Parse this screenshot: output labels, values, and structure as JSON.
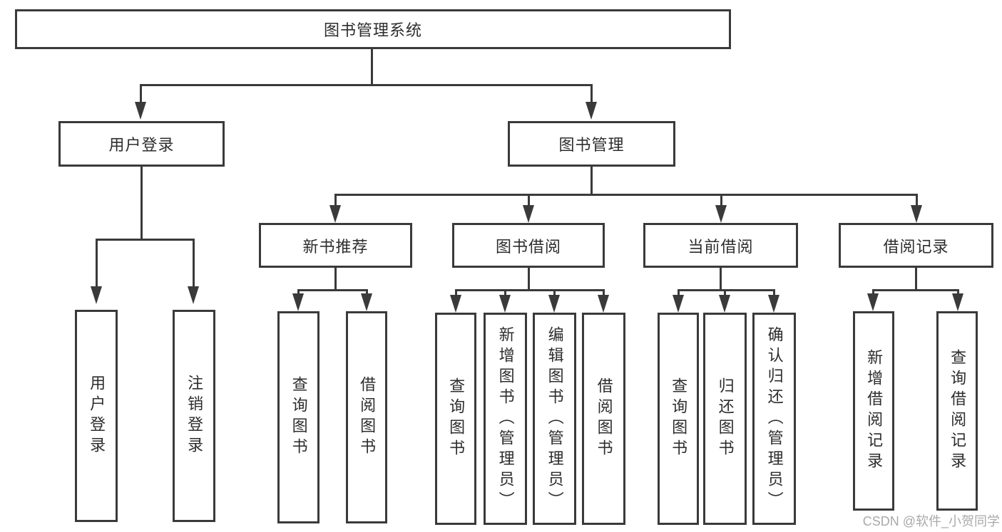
{
  "tree": {
    "root": "图书管理系统",
    "children": [
      {
        "label": "用户登录",
        "children": [
          "用户登录",
          "注销登录"
        ]
      },
      {
        "label": "图书管理",
        "children": [
          {
            "label": "新书推荐",
            "children": [
              "查询图书",
              "借阅图书"
            ]
          },
          {
            "label": "图书借阅",
            "children": [
              "查询图书",
              "新增图书（管理员）",
              "编辑图书（管理员）",
              "借阅图书"
            ]
          },
          {
            "label": "当前借阅",
            "children": [
              "查询图书",
              "归还图书",
              "确认归还（管理员）"
            ]
          },
          {
            "label": "借阅记录",
            "children": [
              "新增借阅记录",
              "查询借阅记录"
            ]
          }
        ]
      }
    ]
  },
  "watermark": {
    "text": "CSDN @软件_小贺同学"
  },
  "colors": {
    "line": "#3a3a3a",
    "text": "#2d2d2d",
    "background": "#ffffff",
    "watermark": "#a9a9a9"
  }
}
